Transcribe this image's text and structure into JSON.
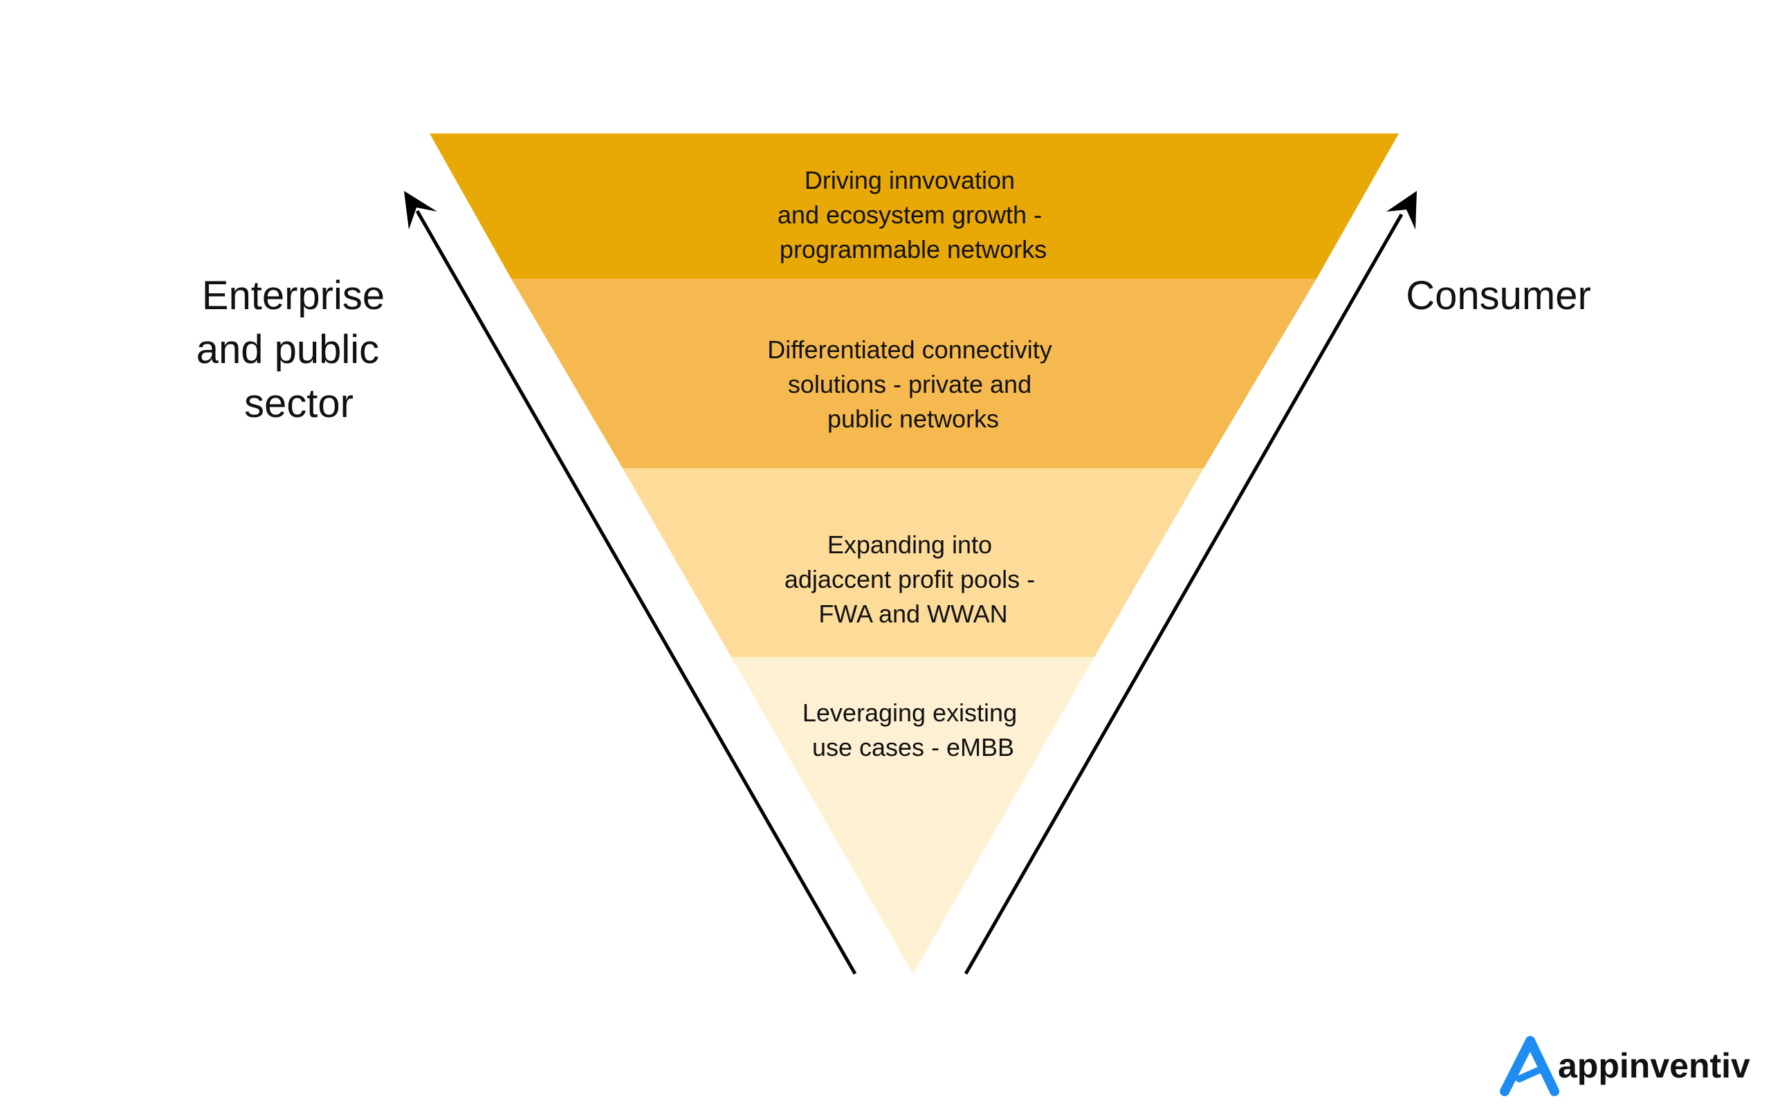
{
  "layers": [
    {
      "lines": [
        "Driving innvovation",
        "and ecosystem growth -",
        "programmable networks"
      ],
      "color": "#E8A805"
    },
    {
      "lines": [
        "Differentiated connectivity",
        "solutions - private and",
        "public networks"
      ],
      "color": "#F5B94F"
    },
    {
      "lines": [
        "Expanding into",
        "adjaccent profit pools -",
        "FWA and WWAN"
      ],
      "color": "#FDDC99"
    },
    {
      "lines": [
        "Leveraging existing",
        "use cases - eMBB"
      ],
      "color": "#FEF1D3"
    }
  ],
  "left_label": {
    "lines": [
      "Enterprise",
      "and public",
      "sector"
    ]
  },
  "right_label": {
    "lines": [
      "Consumer"
    ]
  },
  "logo": {
    "text": "appinventiv",
    "mark_icon": "appinventiv-logo-mark-icon",
    "mark_color": "#1E8CF0"
  },
  "arrow_color": "#000000",
  "text_color": "#111111"
}
